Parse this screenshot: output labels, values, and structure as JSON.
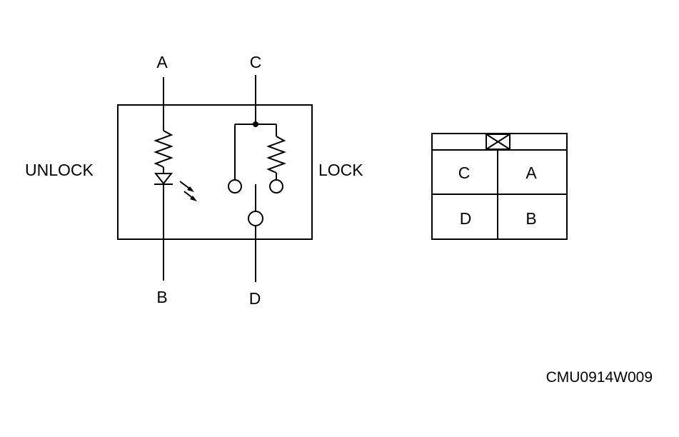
{
  "schematic": {
    "side_label_left": "UNLOCK",
    "side_label_right": "LOCK",
    "terminals": {
      "a": "A",
      "b": "B",
      "c": "C",
      "d": "D"
    }
  },
  "connector": {
    "cells": [
      "C",
      "A",
      "D",
      "B"
    ]
  },
  "figure_code": "CMU0914W009"
}
